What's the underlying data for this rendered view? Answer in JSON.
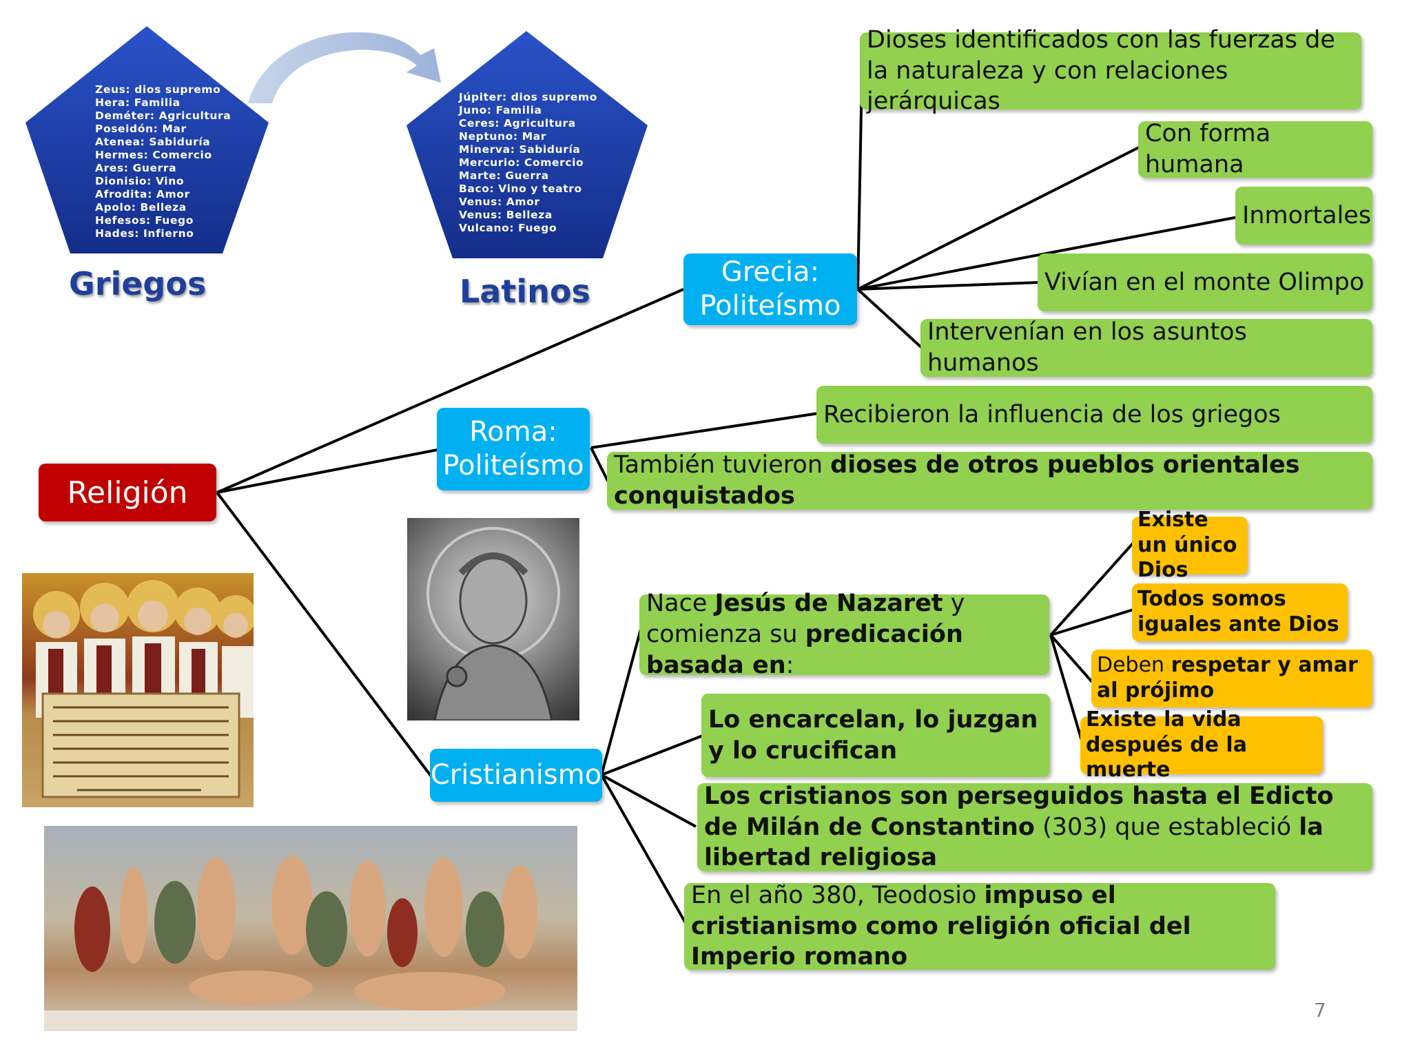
{
  "greeks": {
    "label": "Griegos",
    "gods": [
      "Zeus: dios supremo",
      "Hera: Familia",
      "Deméter: Agricultura",
      "Poseidón: Mar",
      "Atenea: Sabiduría",
      "Hermes: Comercio",
      "Ares: Guerra",
      "Dionisio: Vino",
      "Afrodita: Amor",
      "Apolo: Belleza",
      "Hefesos: Fuego",
      "Hades: Infierno"
    ]
  },
  "latins": {
    "label": "Latinos",
    "gods": [
      "Júpiter: dios supremo",
      "Juno: Familia",
      "Ceres: Agricultura",
      "Neptuno: Mar",
      "Minerva: Sabiduría",
      "Mercurio: Comercio",
      "Marte: Guerra",
      "Baco: Vino y teatro",
      "Venus: Amor",
      "Venus: Belleza",
      "Vulcano: Fuego"
    ]
  },
  "root": "Religión",
  "grecia": {
    "title_1": "Grecia:",
    "title_2": "Politeísmo",
    "items": [
      "Dioses identificados con las fuerzas de la naturaleza y con relaciones jerárquicas",
      "Con forma humana",
      "Inmortales",
      "Vivían en el monte Olimpo",
      "Intervenían en los asuntos humanos"
    ]
  },
  "roma": {
    "title_1": "Roma:",
    "title_2": "Politeísmo",
    "item1": "Recibieron la influencia de los griegos",
    "item2_pre": "También tuvieron ",
    "item2_bold": "dioses de otros pueblos orientales conquistados"
  },
  "cristianismo": {
    "title": "Cristianismo",
    "nace": {
      "t1": "Nace ",
      "b1": "Jesús de Nazaret",
      "t2": " y comienza su ",
      "b2": "predicación basada en",
      "t3": ":"
    },
    "principles": [
      "Existe un único Dios",
      "Todos somos iguales ante Dios",
      "Deben respetar y amar al prójimo",
      "Existe la vida después de la muerte"
    ],
    "principle3_pre": "Deben ",
    "principle3_bold": "respetar y amar al prójimo",
    "encarcelan": "Lo encarcelan, lo juzgan y lo crucifican",
    "perseguidos": {
      "b1": "Los cristianos son perseguidos hasta el Edicto de Milán de Constantino",
      "t1": " (303) que estableció ",
      "b2": "la libertad religiosa"
    },
    "teodosio": {
      "t1": "En el año 380, Teodosio ",
      "b1": "impuso el cristianismo como religión oficial del Imperio romano"
    }
  },
  "page_number": "7",
  "colors": {
    "green": "#92d050",
    "orange": "#ffc000",
    "cyan": "#00b0f0",
    "red": "#c00000",
    "pentagon": "#1f3fa8"
  }
}
